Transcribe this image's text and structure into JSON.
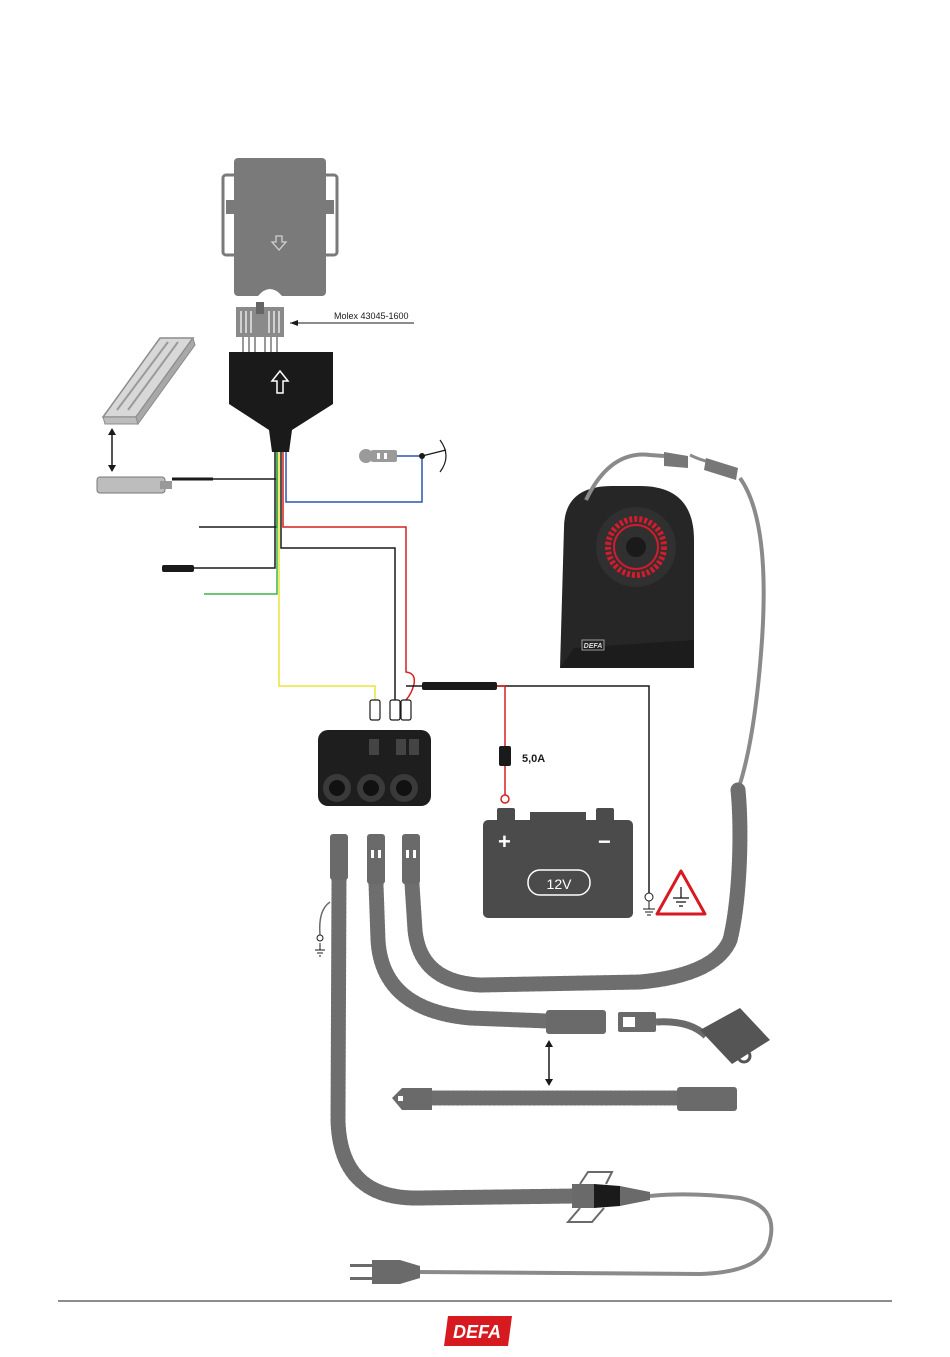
{
  "labels": {
    "molex_connector": "Molex 43045-1600",
    "fuse_rating": "5,0A",
    "battery_voltage": "12V",
    "battery_plus": "+",
    "battery_minus": "−",
    "heater_brand": "DEFA",
    "footer_logo": "DEFA"
  },
  "colors": {
    "wire_black": "#1a1a1a",
    "wire_red": "#d42020",
    "wire_blue": "#2f55b4",
    "wire_yellow": "#e8e43a",
    "wire_green": "#3bb54a",
    "cable_grey": "#6e6e6e",
    "component_grey": "#7a7a7a",
    "battery_dark": "#4b4b4b",
    "heater_body": "#262626",
    "heater_accent": "#d01c2c",
    "warning_red": "#d71920",
    "brand_red": "#d71920"
  },
  "icons": [
    "arrow-down-icon",
    "arrow-up-icon",
    "ignition-key-icon",
    "ground-symbol-icon",
    "warning-triangle-ground-icon",
    "mains-plug-icon"
  ]
}
